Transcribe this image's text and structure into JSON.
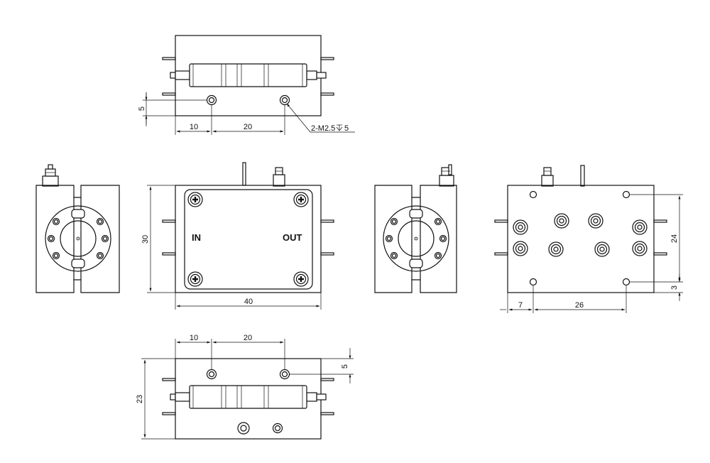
{
  "labels": {
    "in": "IN",
    "out": "OUT"
  },
  "dimensions": {
    "top_v5": "5",
    "top_h10": "10",
    "top_h20": "20",
    "top_callout": "2-M2.5",
    "top_callout_depth": "5",
    "front_v30": "30",
    "front_h40": "40",
    "right_v24": "24",
    "right_v3": "3",
    "right_h7": "7",
    "right_h26": "26",
    "bottom_h10": "10",
    "bottom_h20": "20",
    "bottom_v5": "5",
    "bottom_v23": "23"
  },
  "colors": {
    "line": "#111111",
    "background": "#ffffff"
  },
  "icons": {
    "screw": "cross-head-screw-icon",
    "connector": "sma-connector-icon",
    "flange": "waveguide-flange-icon",
    "depth_symbol": "depth-symbol-icon"
  }
}
